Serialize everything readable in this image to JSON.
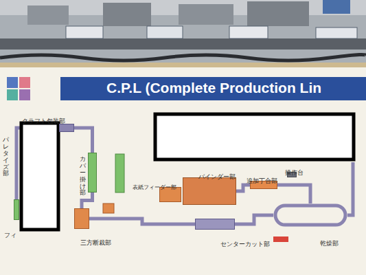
{
  "diagram": {
    "title": "C.P.L (Complete Production Lin",
    "nodes": [
      {
        "text": [
          "クラフト包装部"
        ]
      },
      {
        "text": [
          "パレタイズ部"
        ]
      },
      {
        "text": [
          "カバー掛け部"
        ]
      },
      {
        "text": [
          "表紙フィーダー部"
        ]
      },
      {
        "text": [
          "バインダー部"
        ]
      },
      {
        "text": [
          "追加丁合部"
        ]
      },
      {
        "text": [
          "操作台"
        ]
      },
      {
        "text": [
          "乾燥部"
        ]
      },
      {
        "text": [
          "センターカット部"
        ]
      },
      {
        "text": [
          "三方断裁部"
        ]
      }
    ],
    "edges": [
      {
        "from": 5,
        "to": 4,
        "arrow": "none"
      },
      {
        "from": 5,
        "to": 7,
        "arrow": "none"
      },
      {
        "from": 7,
        "to": 8,
        "arrow": "none"
      },
      {
        "from": 8,
        "to": 9,
        "arrow": "none"
      },
      {
        "from": 9,
        "to": 2,
        "arrow": "none"
      },
      {
        "from": 2,
        "to": 0,
        "arrow": "none"
      },
      {
        "from": 0,
        "to": 1,
        "arrow": "none"
      }
    ],
    "labels": [
      "フィ"
    ]
  }
}
